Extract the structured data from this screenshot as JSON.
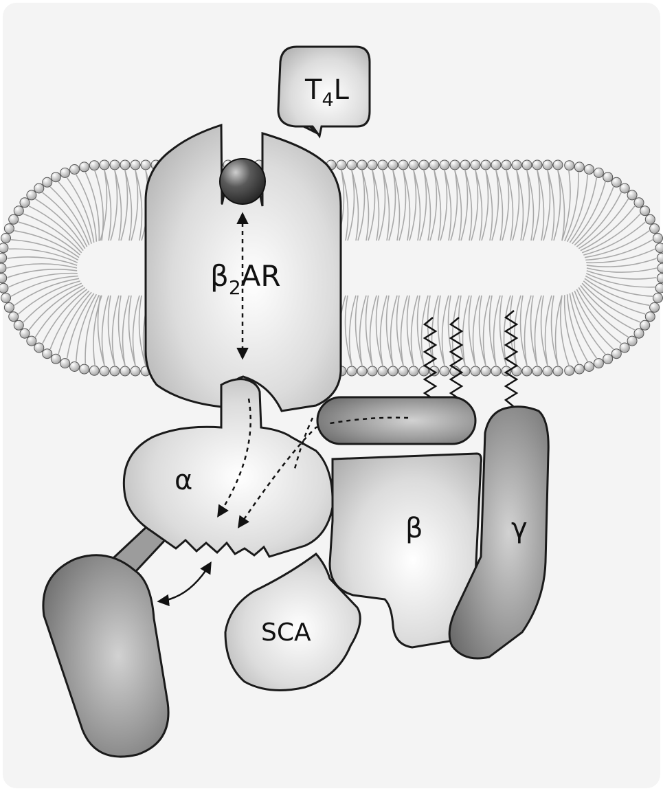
{
  "labels": {
    "t4l_main": "T",
    "t4l_sub": "4",
    "t4l_tail": "L",
    "b2ar_main": "β",
    "b2ar_sub": "2",
    "b2ar_tail": "AR",
    "alpha": "α",
    "beta": "β",
    "gamma": "γ",
    "sca": "SCA"
  },
  "colors": {
    "background": "#f4f4f4",
    "protein_light": "#d6d6d6",
    "protein_dark": "#8a8a8a",
    "outline": "#1a1a1a",
    "lipid_head": "#c8c8c8",
    "lipid_tail": "#a8a8a8"
  }
}
